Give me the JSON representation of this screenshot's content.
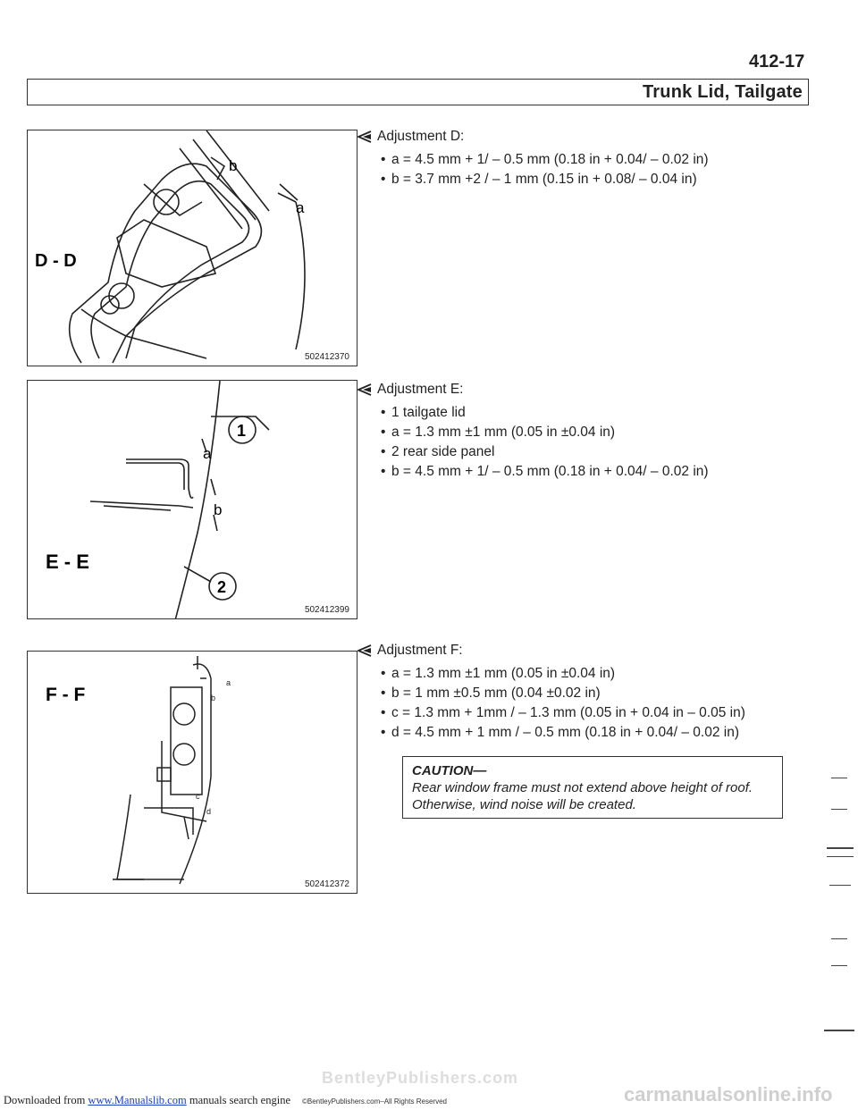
{
  "header": {
    "page_number": "412-17",
    "title": "Trunk Lid, Tailgate"
  },
  "figures": [
    {
      "label": "D - D",
      "number": "502412370",
      "callouts": [
        "a",
        "b"
      ]
    },
    {
      "label": "E - E",
      "number": "502412399",
      "callouts": [
        "a",
        "b",
        "1",
        "2"
      ]
    },
    {
      "label": "F - F",
      "number": "502412372",
      "callouts": [
        "a",
        "b",
        "c",
        "d"
      ]
    }
  ],
  "sections": [
    {
      "heading": "Adjustment D:",
      "items": [
        "a = 4.5 mm + 1/ – 0.5 mm (0.18 in + 0.04/ – 0.02 in)",
        "b = 3.7 mm +2 / – 1 mm (0.15 in + 0.08/ – 0.04 in)"
      ]
    },
    {
      "heading": "Adjustment E:",
      "items": [
        "1 tailgate lid",
        "a = 1.3 mm ±1 mm (0.05 in ±0.04 in)",
        "2 rear side panel",
        "b = 4.5 mm + 1/ – 0.5 mm (0.18 in + 0.04/ – 0.02 in)"
      ]
    },
    {
      "heading": "Adjustment F:",
      "items": [
        "a = 1.3 mm ±1 mm (0.05 in ±0.04 in)",
        "b = 1 mm ±0.5 mm (0.04 ±0.02 in)",
        "c = 1.3 mm + 1mm / – 1.3 mm (0.05 in + 0.04 in – 0.05 in)",
        "d = 4.5 mm + 1 mm / – 0.5 mm (0.18 in + 0.04/ – 0.02 in)"
      ]
    }
  ],
  "caution": {
    "title": "CAUTION—",
    "text": "Rear window frame must not extend above height of roof. Otherwise, wind noise will be created."
  },
  "footer": {
    "left_prefix": "Downloaded from",
    "left_link": "www.Manualslib.com",
    "left_suffix": "manuals search engine",
    "copyright": "©BentleyPublishers.com–All Rights Reserved",
    "watermark_center": "BentleyPublishers.com",
    "watermark_right": "carmanualsonline.info"
  }
}
